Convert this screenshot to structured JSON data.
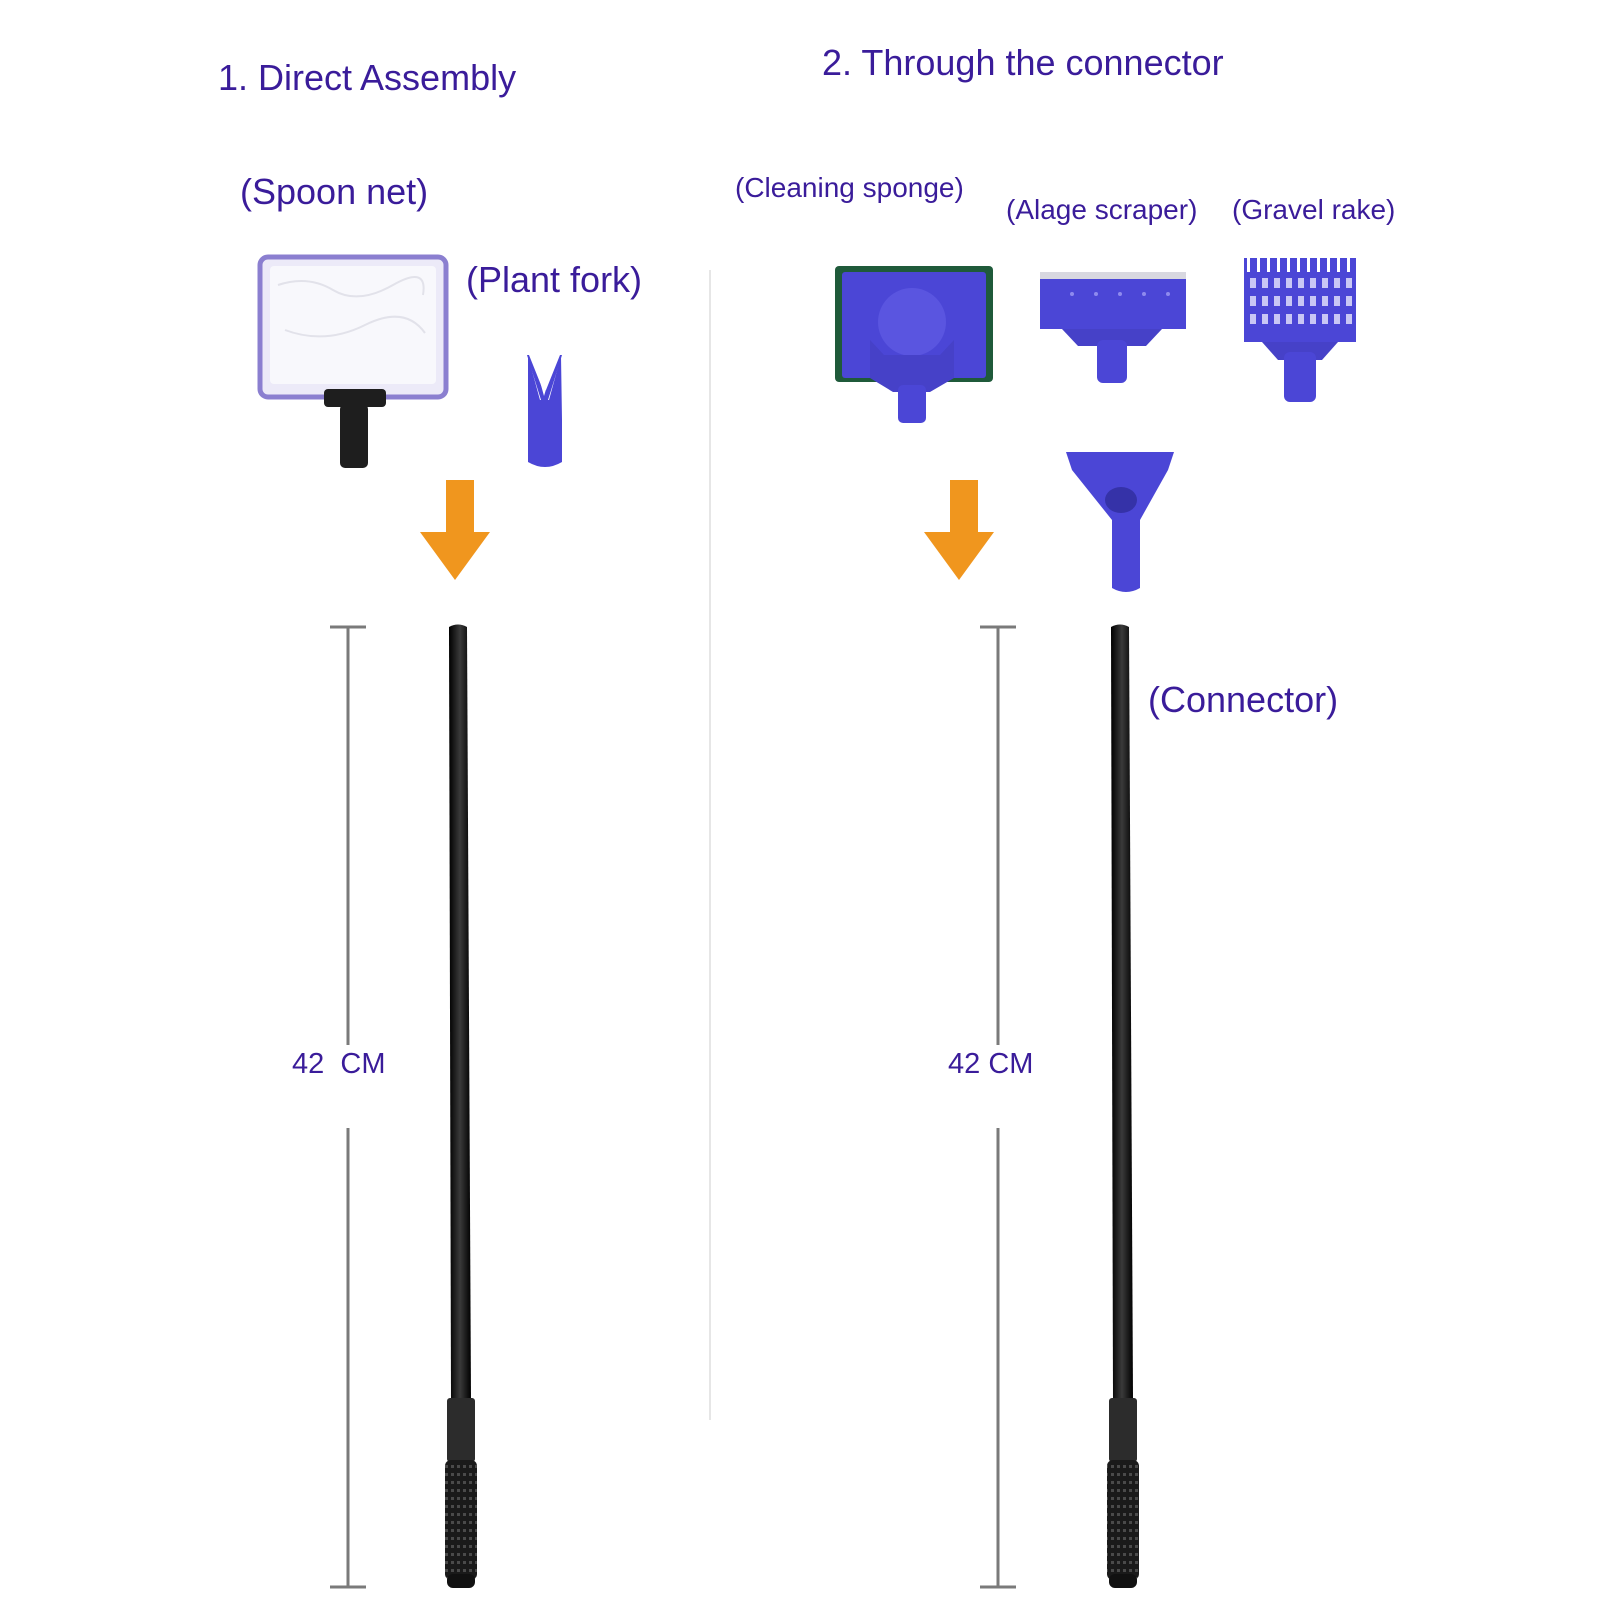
{
  "sections": [
    {
      "heading": "1. Direct  Assembly"
    },
    {
      "heading": "2. Through the connector"
    }
  ],
  "labels": {
    "spoon_net": "(Spoon net)",
    "plant_fork": "(Plant fork)",
    "cleaning_sponge": "(Cleaning sponge)",
    "algae_scraper": "(Alage scraper)",
    "gravel_rake": "(Gravel rake)",
    "connector": "(Connector)"
  },
  "measurements": {
    "left_length": "42  CM",
    "right_length": "42 CM"
  },
  "colors": {
    "text": "#3a1c9a",
    "part_blue": "#4b46d6",
    "arrow": "#f0961e",
    "handle": "#141414",
    "sponge_green": "#1f5a3a",
    "measure_line": "#7a7a7a"
  },
  "icons": [
    "spoon-net-icon",
    "plant-fork-icon",
    "cleaning-sponge-icon",
    "algae-scraper-icon",
    "gravel-rake-icon",
    "connector-icon",
    "down-arrow-icon",
    "handle-pole-icon"
  ]
}
